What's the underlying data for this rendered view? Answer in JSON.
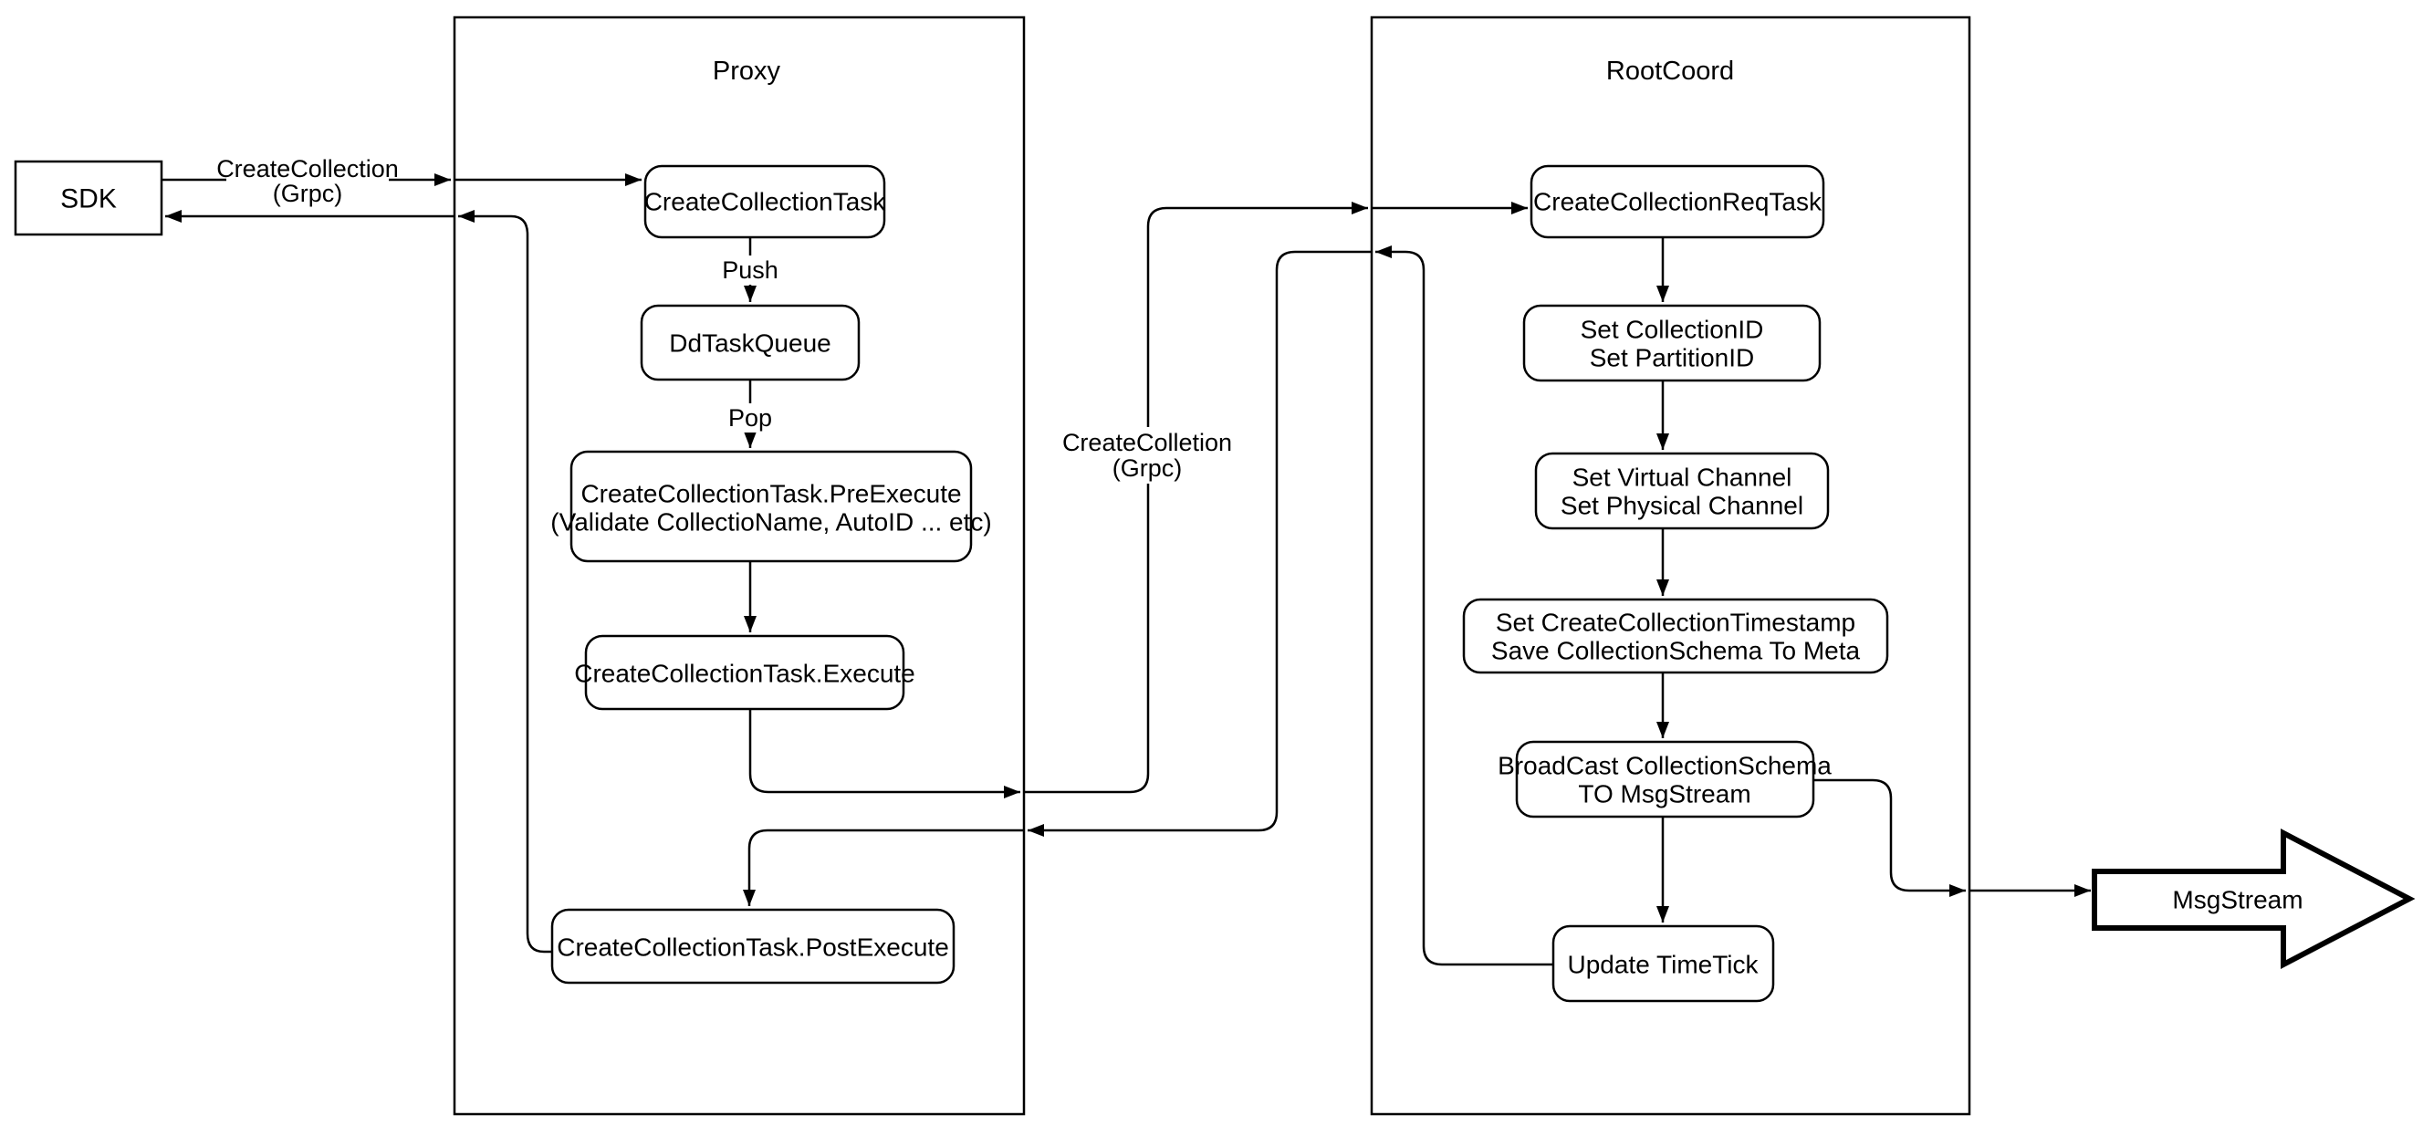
{
  "colors": {
    "background": "#ffffff",
    "stroke": "#000000",
    "node_fill": "#ffffff"
  },
  "containers": {
    "proxy": {
      "title": "Proxy"
    },
    "rootcoord": {
      "title": "RootCoord"
    }
  },
  "nodes": {
    "sdk": {
      "label": "SDK"
    },
    "create_collection_task": {
      "label": "CreateCollectionTask"
    },
    "dd_task_queue": {
      "label": "DdTaskQueue"
    },
    "pre_execute": {
      "line1": "CreateCollectionTask.PreExecute",
      "line2": "(Validate CollectioName, AutoID ... etc)"
    },
    "execute": {
      "label": "CreateCollectionTask.Execute"
    },
    "post_execute": {
      "label": "CreateCollectionTask.PostExecute"
    },
    "create_collection_req_task": {
      "label": "CreateCollectionReqTask"
    },
    "set_collection_id": {
      "line1": "Set CollectionID",
      "line2": "Set PartitionID"
    },
    "set_virtual_channel": {
      "line1": "Set Virtual Channel",
      "line2": "Set Physical Channel"
    },
    "set_timestamp": {
      "line1": "Set CreateCollectionTimestamp",
      "line2": "Save CollectionSchema To Meta"
    },
    "broadcast": {
      "line1": "BroadCast CollectionSchema",
      "line2": "TO MsgStream"
    },
    "update_timetick": {
      "label": "Update TimeTick"
    },
    "msgstream": {
      "label": "MsgStream"
    }
  },
  "edge_labels": {
    "sdk_grpc": {
      "line1": "CreateCollection",
      "line2": "(Grpc)"
    },
    "mid_grpc": {
      "line1": "CreateColletion",
      "line2": "(Grpc)"
    },
    "push": "Push",
    "pop": "Pop"
  }
}
